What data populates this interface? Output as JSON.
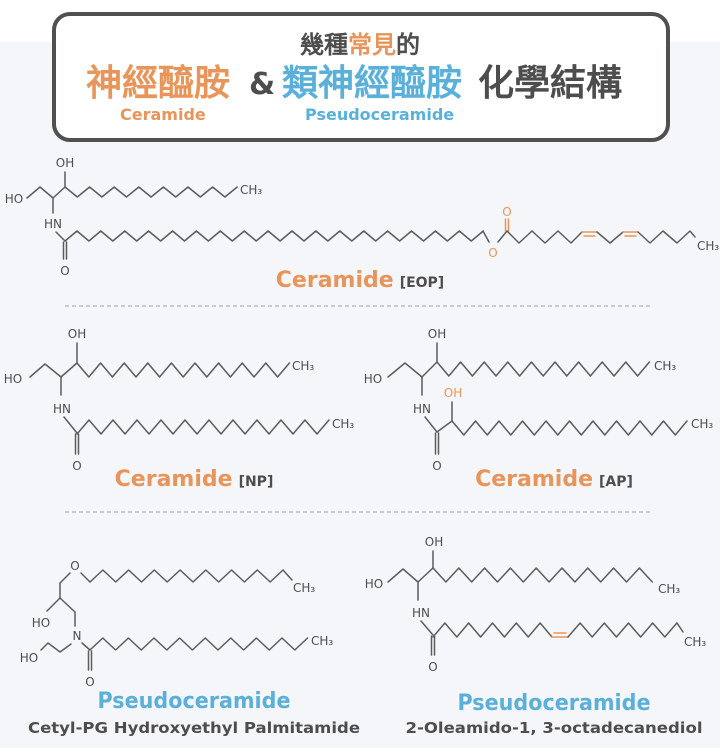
{
  "colors": {
    "orange": "#e8955b",
    "blue": "#5bb0da",
    "dark": "#4d4d4d",
    "bond": "#5c5c5c",
    "background": "#f4f6fa",
    "separator": "#c8cbd1",
    "frame": "#505050"
  },
  "header": {
    "line1": {
      "a": "幾種",
      "b": "常見",
      "c": "的"
    },
    "line2": {
      "ceramide_zh": "神經醯胺",
      "amp": "&",
      "pseudo_zh": "類神經醯胺",
      "suffix": "化學結構"
    },
    "line3": {
      "ceramide_en": "Ceramide",
      "pseudo_en": "Pseudoceramide"
    }
  },
  "structures": [
    {
      "id": "ceramide-eop",
      "name": "Ceramide",
      "tag": "[EOP]",
      "atoms": {
        "oh": "OH",
        "ho": "HO",
        "hn": "HN",
        "amide_o": "O",
        "ester_o": "O",
        "ester_carbonyl_o": "O",
        "ch3_top": "CH₃",
        "ch3_bottom": "CH₃"
      },
      "highlighted_double_bonds": 2
    },
    {
      "id": "ceramide-np",
      "name": "Ceramide",
      "tag": "[NP]",
      "atoms": {
        "oh": "OH",
        "ho": "HO",
        "hn": "HN",
        "amide_o": "O",
        "ch3_top": "CH₃",
        "ch3_bottom": "CH₃"
      }
    },
    {
      "id": "ceramide-ap",
      "name": "Ceramide",
      "tag": "[AP]",
      "atoms": {
        "oh": "OH",
        "ho": "HO",
        "hn": "HN",
        "alpha_oh": "OH",
        "amide_o": "O",
        "ch3_top": "CH₃",
        "ch3_bottom": "CH₃"
      }
    },
    {
      "id": "pseudoceramide-1",
      "name": "Pseudoceramide",
      "subtitle": "Cetyl-PG Hydroxyethyl Palmitamide",
      "atoms": {
        "ether_o": "O",
        "ho_1": "HO",
        "n": "N",
        "ho_2": "HO",
        "amide_o": "O",
        "ch3_top": "CH₃",
        "ch3_bottom": "CH₃"
      }
    },
    {
      "id": "pseudoceramide-2",
      "name": "Pseudoceramide",
      "subtitle": "2-Oleamido-1, 3-octadecanediol",
      "atoms": {
        "oh": "OH",
        "ho": "HO",
        "hn": "HN",
        "amide_o": "O",
        "ch3_top": "CH₃",
        "ch3_bottom": "CH₃"
      },
      "highlighted_double_bonds": 1
    }
  ]
}
